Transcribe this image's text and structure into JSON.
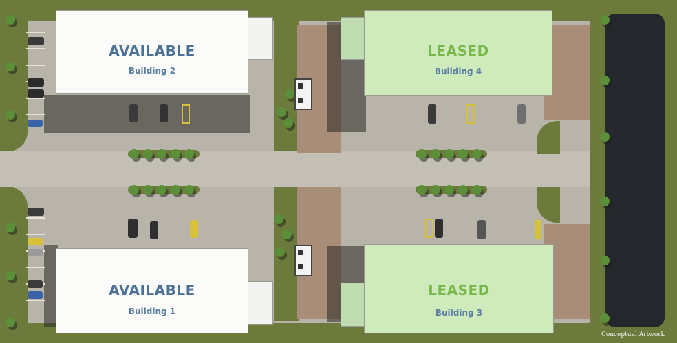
{
  "buildings": [
    {
      "id": "building-2",
      "status": "AVAILABLE",
      "name": "Building 2"
    },
    {
      "id": "building-4",
      "status": "LEASED",
      "name": "Building 4"
    },
    {
      "id": "building-1",
      "status": "AVAILABLE",
      "name": "Building 1"
    },
    {
      "id": "building-3",
      "status": "LEASED",
      "name": "Building 3"
    }
  ],
  "caption": "Conceptual Artwork",
  "colors": {
    "available": "#4c7196",
    "leased": "#78b84a",
    "available_roof": "#fbfbf9",
    "leased_roof": "#cfeabb",
    "grass": "#6c7a3b",
    "pavement": "#b9b4a9",
    "pond": "#24282d"
  }
}
